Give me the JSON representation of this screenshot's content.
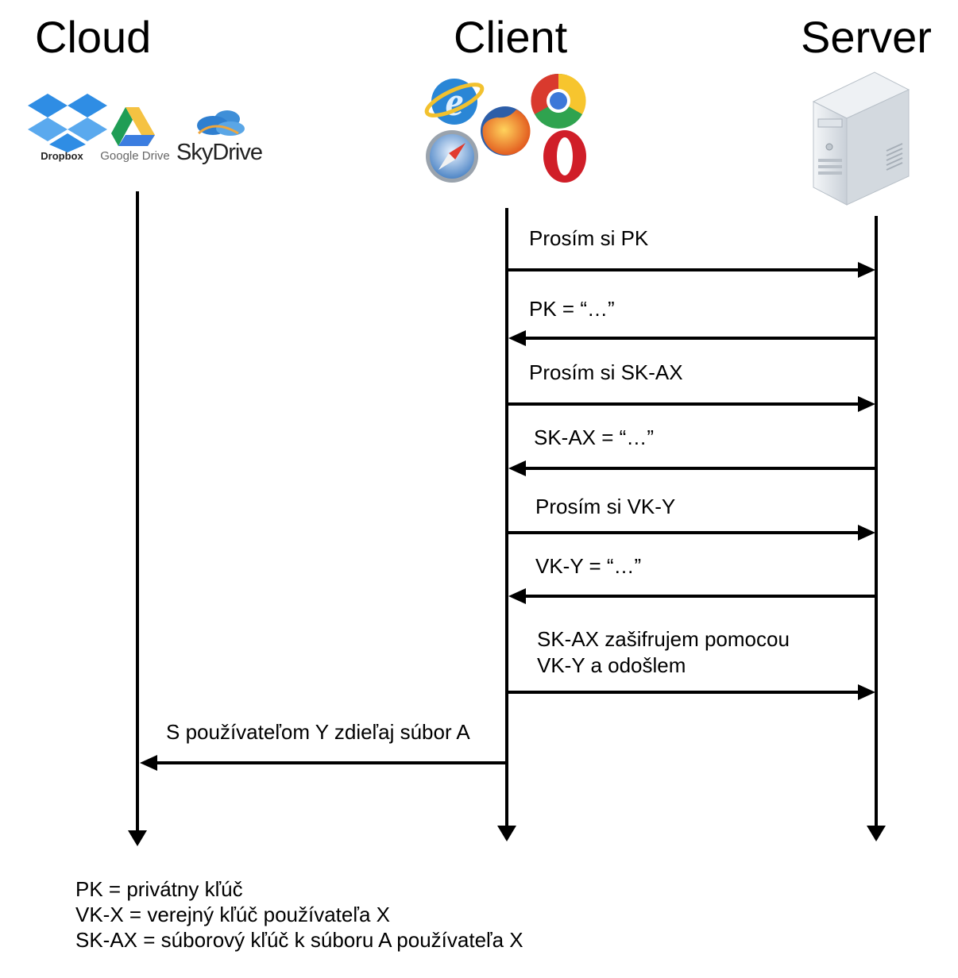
{
  "actors": {
    "cloud": "Cloud",
    "client": "Client",
    "server": "Server"
  },
  "cloud_logos": {
    "dropbox": "Dropbox",
    "google_drive": "Google Drive",
    "skydrive": "SkyDrive"
  },
  "messages": [
    {
      "lines": [
        "Prosím si PK"
      ],
      "from": "client",
      "to": "server"
    },
    {
      "lines": [
        "PK = “…”"
      ],
      "from": "server",
      "to": "client"
    },
    {
      "lines": [
        "Prosím si SK-AX"
      ],
      "from": "client",
      "to": "server"
    },
    {
      "lines": [
        "SK-AX = “…”"
      ],
      "from": "server",
      "to": "client"
    },
    {
      "lines": [
        "Prosím si VK-Y"
      ],
      "from": "client",
      "to": "server"
    },
    {
      "lines": [
        "VK-Y = “…”"
      ],
      "from": "server",
      "to": "client"
    },
    {
      "lines": [
        "SK-AX zašifrujem pomocou",
        "VK-Y a odošlem"
      ],
      "from": "client",
      "to": "server"
    },
    {
      "lines": [
        "S používateľom Y zdieľaj súbor A"
      ],
      "from": "client",
      "to": "cloud"
    }
  ],
  "legend": [
    "PK = privátny kľúč",
    "VK-X = verejný kľúč používateľa X",
    "SK-AX = súborový kľúč k súboru A používateľa X"
  ],
  "icons": {
    "browsers": [
      "internet-explorer-icon",
      "chrome-icon",
      "firefox-icon",
      "safari-icon",
      "opera-icon"
    ],
    "server": "server-tower-icon"
  }
}
